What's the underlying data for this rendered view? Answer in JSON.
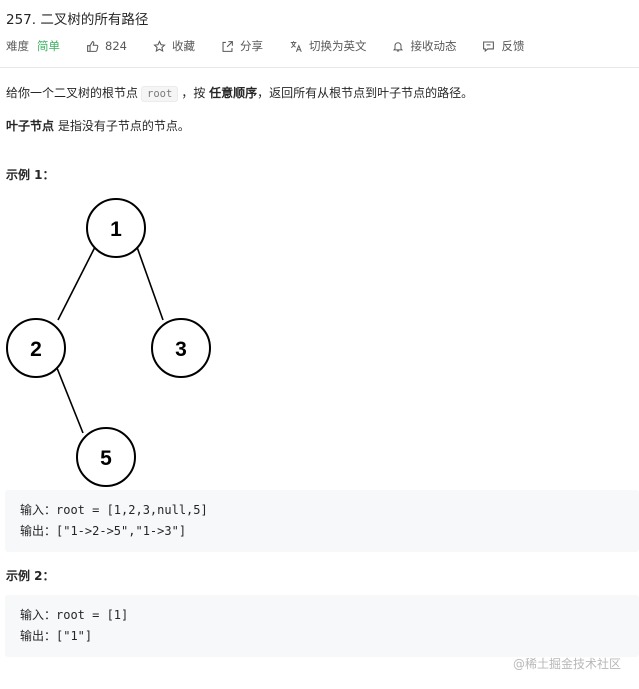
{
  "problem": {
    "title": "257. 二叉树的所有路径"
  },
  "meta": {
    "difficulty_label": "难度",
    "difficulty_value": "简单",
    "likes": "824",
    "favorite": "收藏",
    "share": "分享",
    "switch_lang": "切换为英文",
    "notify": "接收动态",
    "feedback": "反馈",
    "colors": {
      "difficulty": "#3ab05f"
    }
  },
  "desc": {
    "p1_pre": "给你一个二叉树的根节点",
    "p1_code": "root",
    "p1_mid": "，按",
    "p1_bold": "任意顺序",
    "p1_post": "，返回所有从根节点到叶子节点的路径。",
    "p2_bold": "叶子节点",
    "p2_post": "是指没有子节点的节点。"
  },
  "example1": {
    "heading": "示例 1：",
    "tree": {
      "nodes": [
        "1",
        "2",
        "3",
        "5"
      ]
    },
    "input": "输入：root = [1,2,3,null,5]",
    "output": "输出：[\"1->2->5\",\"1->3\"]"
  },
  "example2": {
    "heading": "示例 2：",
    "input": "输入：root = [1]",
    "output": "输出：[\"1\"]"
  },
  "watermark": "@稀土掘金技术社区"
}
